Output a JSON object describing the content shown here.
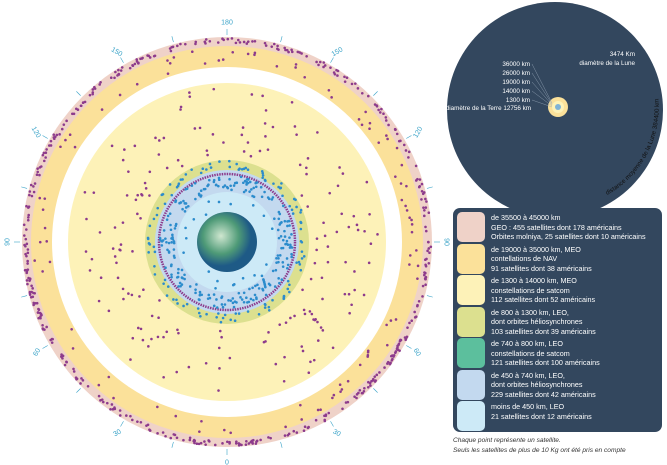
{
  "colors": {
    "geo": "#efd2c8",
    "meo_nav": "#fbe19a",
    "meo_satcom": "#fdf2b8",
    "leo_helio": "#dce08f",
    "leo_satcom": "#5cbf9d",
    "leo_helio2": "#c3d9ef",
    "leo_low": "#cdeaf7",
    "dark": "#33475e",
    "dot_purple": "#8d3b8c",
    "dot_blue": "#2c8ccc",
    "tick": "#3aa3c8"
  },
  "angle_labels": [
    {
      "text": "180",
      "deg": 180
    },
    {
      "text": "150",
      "deg": 150
    },
    {
      "text": "120",
      "deg": 120
    },
    {
      "text": "90",
      "deg": 90
    },
    {
      "text": "60",
      "deg": 60
    },
    {
      "text": "30",
      "deg": 30
    },
    {
      "text": "150",
      "deg": -150
    },
    {
      "text": "120",
      "deg": -120
    },
    {
      "text": "90",
      "deg": -90
    },
    {
      "text": "60",
      "deg": -60
    },
    {
      "text": "30",
      "deg": -30
    },
    {
      "text": "0",
      "deg": 0
    }
  ],
  "moon_panel": {
    "moon_diameter_value": "3474 Km",
    "moon_diameter_label": "diamètre de la Lune",
    "altitudes": [
      "36000 km",
      "26000 km",
      "19000 km",
      "14000 km",
      "1300 km"
    ],
    "earth_label": "diamètre de la Terre 12756 km",
    "distance_label": "distance moyenne de la Lune 384400 km"
  },
  "legend": [
    {
      "color": "#efd2c8",
      "lines": [
        "de 35500 à 45000 km",
        "GEO : 455 satellites dont 178 américains",
        "Orbites molniya, 25 satellites dont 10 américains"
      ]
    },
    {
      "color": "#fbe19a",
      "lines": [
        "de 19000 à 35000 km, MEO",
        "contellations de NAV",
        "91 satellites dont 38 américains"
      ]
    },
    {
      "color": "#fdf2b8",
      "lines": [
        "de 1300 à 14000 km, MEO",
        "constellations de satcom",
        "112  satellites dont 52 américains"
      ]
    },
    {
      "color": "#dce08f",
      "lines": [
        "de 800 à 1300 km, LEO,",
        "dont orbites héliosynchrones",
        "103  satellites dont 39 américains"
      ]
    },
    {
      "color": "#5cbf9d",
      "lines": [
        "de 740 à 800 km, LEO",
        "constellations de satcom",
        "121  satellites dont 100 américains"
      ]
    },
    {
      "color": "#c3d9ef",
      "lines": [
        "de 450 à 740 km, LEO,",
        "dont orbites héliosynchrones",
        "229  satellites dont 42 américains"
      ]
    },
    {
      "color": "#cdeaf7",
      "lines": [
        "moins de 450 km, LEO",
        "21 satellites dont 12 américains"
      ]
    }
  ],
  "notes": [
    "Chaque point représente un satellite.",
    "Seuls les satellites de plus de 10 Kg ont été pris en compte"
  ]
}
